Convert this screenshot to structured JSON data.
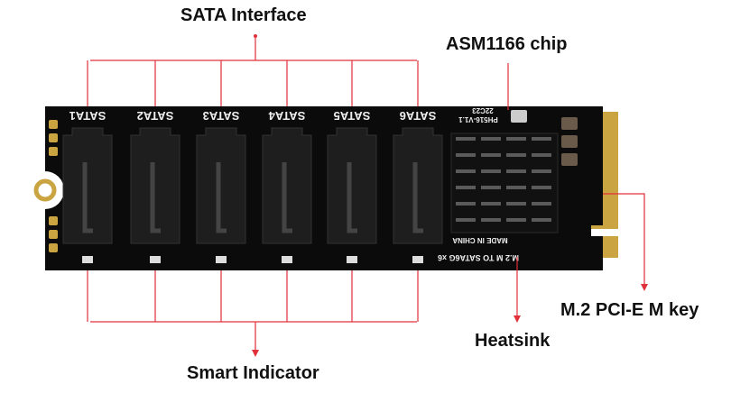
{
  "labels": {
    "sata_interface": "SATA Interface",
    "chip": "ASM1166 chip",
    "m2_key": "M.2 PCI-E M key",
    "heatsink": "Heatsink",
    "smart_indicator": "Smart Indicator"
  },
  "board": {
    "ports": [
      "SATA1",
      "SATA2",
      "SATA3",
      "SATA4",
      "SATA5",
      "SATA6"
    ],
    "version": "PH516-V1.1",
    "date_code": "22C23",
    "made_in": "MADE IN CHINA",
    "model": "M.2 M TO SATA6G x6"
  },
  "colors": {
    "leader": "#e0303a",
    "pcb": "#0b0b0b",
    "gold": "#c9a441"
  }
}
